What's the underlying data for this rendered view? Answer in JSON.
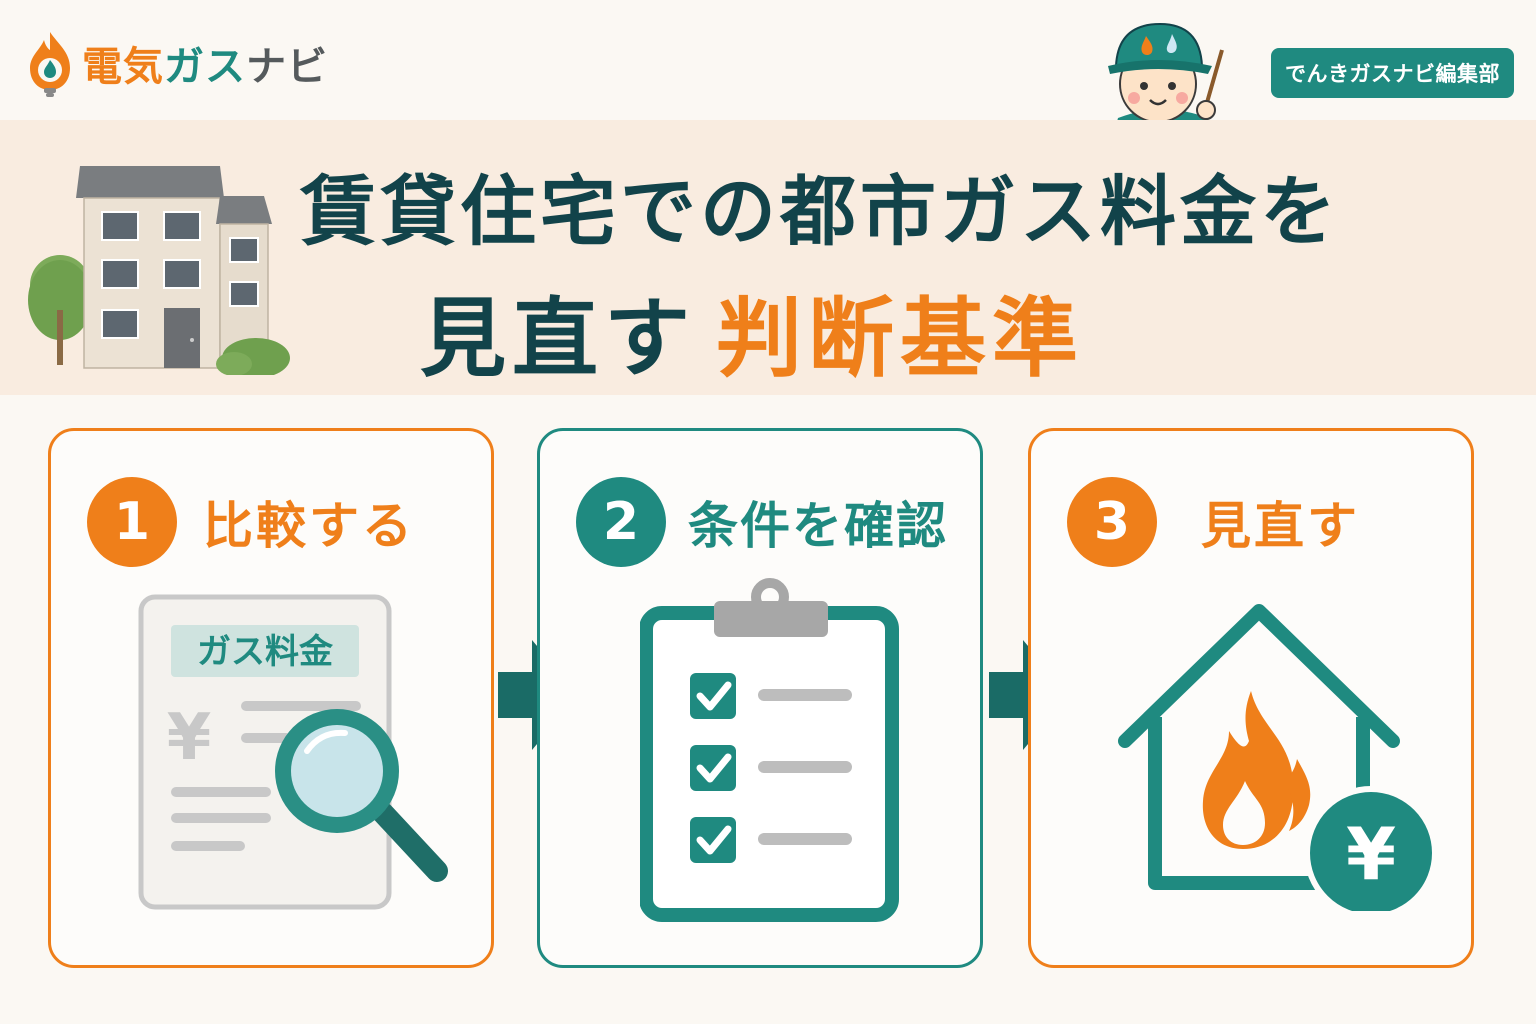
{
  "brand": {
    "logo_part1": "電気",
    "logo_part2": "ガス",
    "logo_part3": "ナビ",
    "editor_badge": "でんきガスナビ編集部"
  },
  "hero": {
    "title_line1": "賃貸住宅での都市ガス料金を",
    "title_line2_main": "見直す",
    "title_line2_accent": "判断基準"
  },
  "steps": [
    {
      "number": "1",
      "label": "比較する",
      "doc_label": "ガス料金",
      "yen": "¥"
    },
    {
      "number": "2",
      "label": "条件を確認"
    },
    {
      "number": "3",
      "label": "見直す",
      "yen": "¥"
    }
  ],
  "colors": {
    "orange": "#ef7f1a",
    "teal": "#1f8a80",
    "navy": "#12434a",
    "background": "#fbf8f3",
    "hero_band": "#f9ece0"
  },
  "icons": [
    "flame-bulb-logo-icon",
    "mascot-icon",
    "building-icon",
    "document-icon",
    "magnifier-icon",
    "clipboard-checklist-icon",
    "house-flame-yen-icon",
    "arrow-right-icon"
  ]
}
